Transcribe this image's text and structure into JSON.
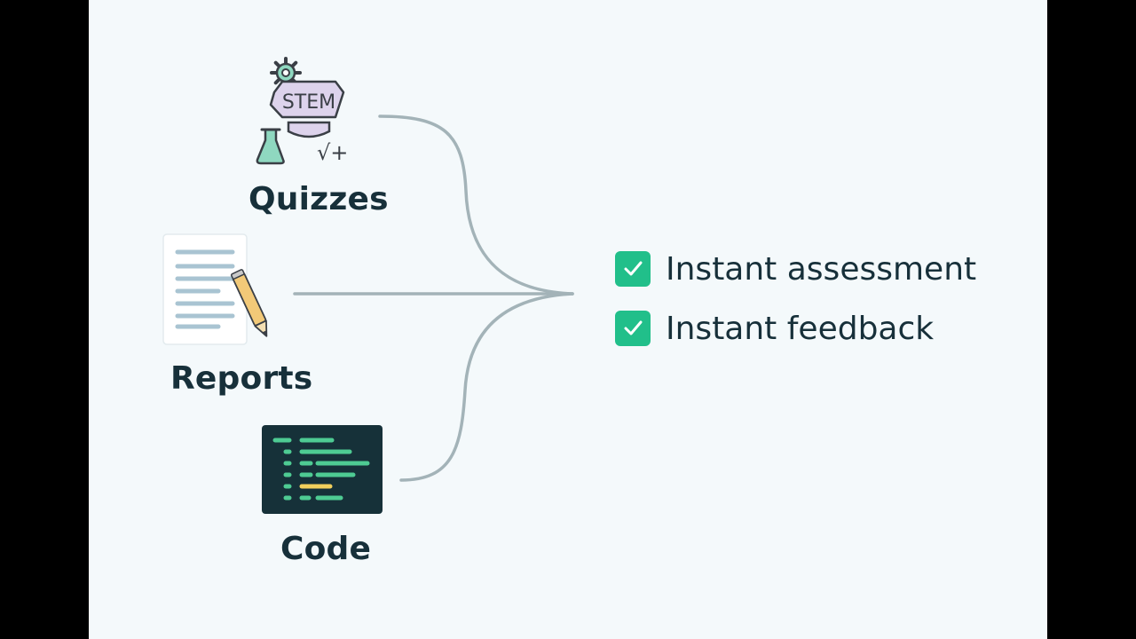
{
  "colors": {
    "background": "#f4f9fb",
    "frame": "#000000",
    "connector": "#a3b3b8",
    "text": "#17303a",
    "check": "#21bf8a",
    "badge_fill": "#ddd3ec",
    "badge_stroke": "#3a3f46",
    "flask": "#8fd8c0",
    "code_bg": "#163139",
    "code_green": "#4ecb93",
    "code_yellow": "#f1cf5c",
    "pencil": "#f2c978"
  },
  "sources": [
    {
      "label": "Quizzes",
      "icon": "stem-icon",
      "badge_text": "STEM",
      "math_text": "√+"
    },
    {
      "label": "Reports",
      "icon": "document-pencil-icon"
    },
    {
      "label": "Code",
      "icon": "code-editor-icon"
    }
  ],
  "outcomes": [
    {
      "label": "Instant assessment",
      "icon": "checkbox-icon"
    },
    {
      "label": "Instant feedback",
      "icon": "checkbox-icon"
    }
  ]
}
